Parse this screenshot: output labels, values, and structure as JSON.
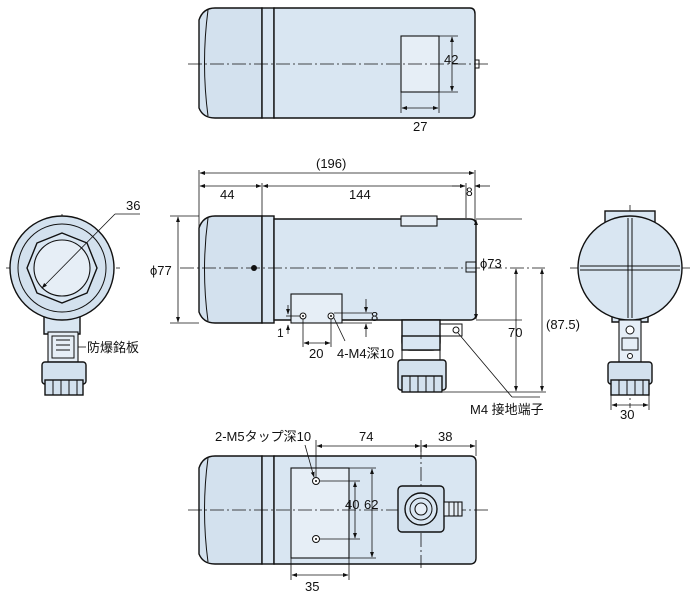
{
  "top_view": {
    "dim_42": "42",
    "dim_27": "27"
  },
  "front_view": {
    "dim_total": "(196)",
    "dim_44": "44",
    "dim_144": "144",
    "dim_8_top": "8",
    "dia_77": "ϕ77",
    "dia_73": "ϕ73",
    "dim_1": "1",
    "dim_20": "20",
    "dim_8_side": "8",
    "holes_m4": "4-M4深10",
    "dim_70": "70",
    "dim_875": "(87.5)",
    "ground_terminal": "M4 接地端子"
  },
  "left_view": {
    "dim_36": "36",
    "nameplate": "防爆銘板"
  },
  "right_view": {
    "dim_30": "30"
  },
  "bottom_view": {
    "holes_m5": "2-M5タップ深10",
    "dim_74": "74",
    "dim_38": "38",
    "dim_40": "40",
    "dim_62": "62",
    "dim_35": "35"
  }
}
